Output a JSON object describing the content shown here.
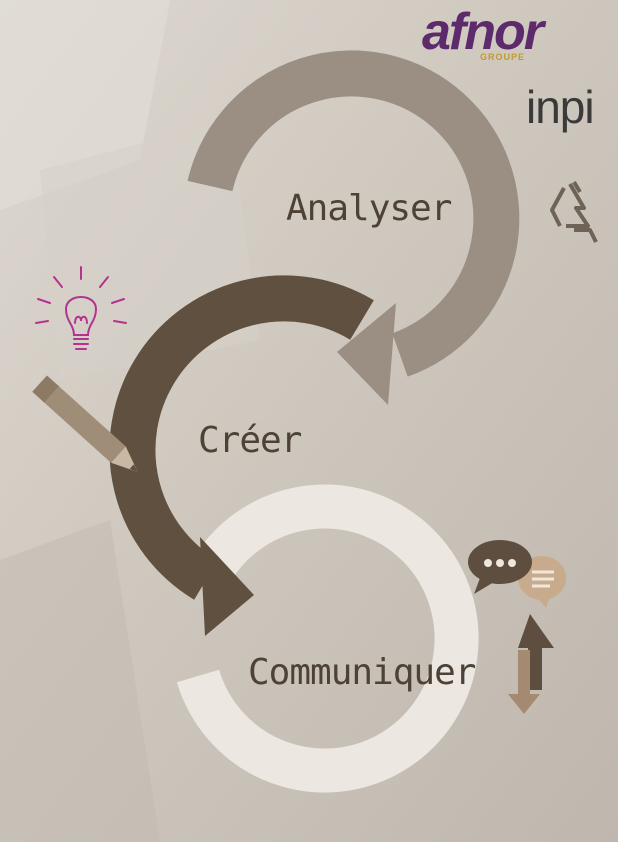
{
  "steps": {
    "analyser": "Analyser",
    "creer": "Créer",
    "communiquer": "Communiquer"
  },
  "logos": {
    "afnor": "afnor",
    "afnor_sub": "GROUPE",
    "inpi": "inpi"
  },
  "icons": [
    "recycle-icon",
    "lightbulb-icon",
    "pencil-icon",
    "chat-bubbles-icon",
    "exchange-arrows-icon"
  ],
  "colors": {
    "analyser_arc": "#9a8f82",
    "creer_arc": "#5f5040",
    "communiquer_arc": "#ece7e1",
    "background": "#cfc8bf",
    "label": "#4e4236",
    "bulb": "#b3338f"
  }
}
